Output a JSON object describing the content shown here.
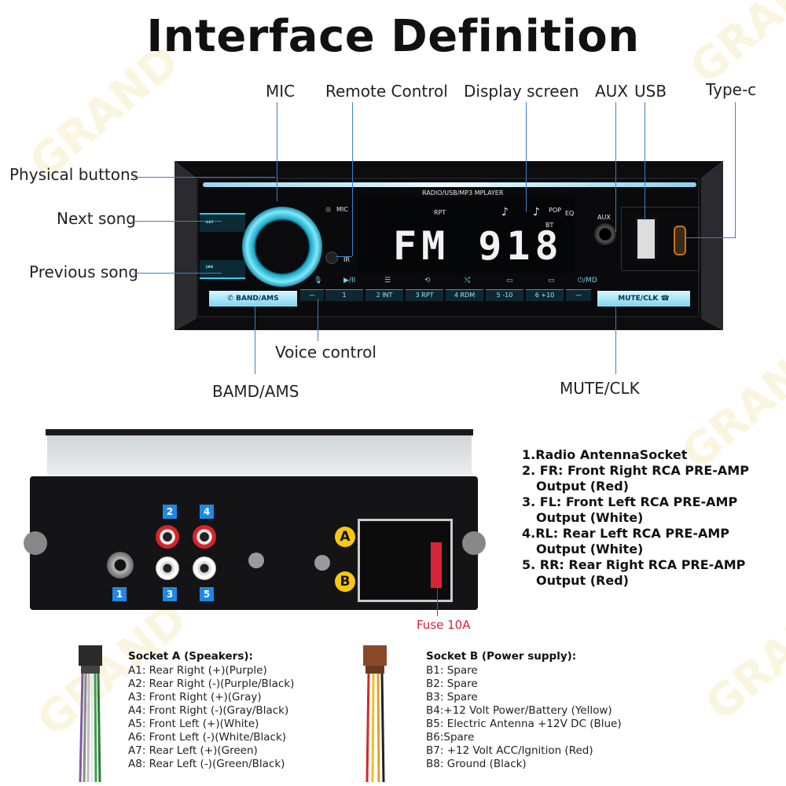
{
  "title": "Interface Definition",
  "watermark": "GRAND",
  "labels": {
    "mic": "MIC",
    "remote": "Remote Control",
    "display": "Display screen",
    "aux": "AUX",
    "usb": "USB",
    "typec": "Type-c",
    "physical_buttons": "Physical buttons",
    "next_song": "Next song",
    "previous_song": "Previous song",
    "voice_control": "Voice control",
    "band_ams": "BAMD/AMS",
    "mute_clk": "MUTE/CLK"
  },
  "unit": {
    "player_label": "RADIO/USB/MP3 MPLAYER",
    "rpt": "RPT",
    "pop": "POP",
    "eq": "EQ",
    "bt": "BT",
    "mic_tag": "MIC",
    "ir_tag": "IR",
    "aux_tag": "AUX",
    "freq_text": "FM 918",
    "band_btn": "BAND/AMS",
    "mute_btn": "MUTE/CLK",
    "power_btn": "⏻/MD",
    "play_icon": "▶/II",
    "num_buttons": [
      "1",
      "2 INT",
      "3 RPT",
      "4 RDM",
      "5 -10",
      "6 +10"
    ]
  },
  "rear": {
    "tags": [
      "1",
      "2",
      "3",
      "4",
      "5"
    ],
    "socket_a_letter": "A",
    "socket_b_letter": "B",
    "fuse": "Fuse 10A"
  },
  "specs": [
    {
      "line": "1.Radio AntennaSocket",
      "cont": ""
    },
    {
      "line": "2. FR: Front Right RCA PRE-AMP",
      "cont": "Output (Red)"
    },
    {
      "line": "3. FL: Front Left RCA PRE-AMP",
      "cont": "Output (White)"
    },
    {
      "line": "4.RL: Rear Left RCA PRE-AMP",
      "cont": "Output (White)"
    },
    {
      "line": "5. RR: Rear Right RCA PRE-AMP",
      "cont": "Output (Red)"
    }
  ],
  "socket_a": {
    "title": "Socket A (Speakers):",
    "lines": [
      "A1: Rear Right (+)(Purple)",
      "A2: Rear Right (-)(Purple/Black)",
      "A3: Front Right (+)(Gray)",
      "A4: Front Right (-)(Gray/Black)",
      "A5: Front Left (+)(White)",
      "A6: Front Left (-)(White/Black)",
      "A7: Rear Left (+)(Green)",
      "A8: Rear Left (-)(Green/Black)"
    ]
  },
  "socket_b": {
    "title": "Socket B (Power supply):",
    "lines": [
      "B1: Spare",
      "B2: Spare",
      "B3: Spare",
      "B4:+12 Volt Power/Battery (Yellow)",
      "B5: Electric Antenna +12V DC (Blue)",
      "B6:Spare",
      "B7: +12 Volt ACC/lgnition (Red)",
      "B8: Ground (Black)"
    ]
  },
  "colors": {
    "accent_blue": "#3d7fc8",
    "glow_cyan": "#2fd0f0",
    "fuse_red": "#d7243a",
    "tag_blue": "#1e88e5",
    "socket_yellow": "#f6c90e"
  }
}
